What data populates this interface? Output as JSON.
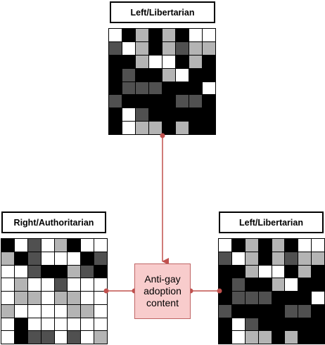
{
  "nodes": {
    "top": {
      "label": "Left/Libertarian"
    },
    "left": {
      "label": "Right/Authoritarian"
    },
    "right": {
      "label": "Left/Libertarian"
    },
    "center": {
      "text": "Anti-gay adoption content"
    }
  },
  "colors": {
    "connector": "#c0504d",
    "center_fill": "#f8cccc",
    "cell_palette": [
      "#000000",
      "#505050",
      "#b4b4b4",
      "#ffffff"
    ]
  },
  "grids": {
    "top": [
      [
        3,
        0,
        2,
        0,
        2,
        0,
        3,
        3
      ],
      [
        1,
        3,
        2,
        0,
        2,
        1,
        2,
        2
      ],
      [
        0,
        0,
        2,
        3,
        3,
        0,
        2,
        0
      ],
      [
        0,
        1,
        0,
        0,
        2,
        3,
        0,
        0
      ],
      [
        0,
        1,
        1,
        1,
        0,
        0,
        0,
        3
      ],
      [
        1,
        0,
        0,
        0,
        0,
        1,
        1,
        0
      ],
      [
        0,
        3,
        1,
        0,
        0,
        0,
        0,
        0
      ],
      [
        0,
        3,
        2,
        2,
        0,
        2,
        0,
        0
      ]
    ],
    "left": [
      [
        0,
        3,
        1,
        3,
        2,
        0,
        3,
        3
      ],
      [
        2,
        0,
        1,
        3,
        3,
        3,
        0,
        1
      ],
      [
        3,
        3,
        1,
        0,
        0,
        2,
        1,
        0
      ],
      [
        3,
        2,
        3,
        3,
        1,
        3,
        3,
        3
      ],
      [
        3,
        2,
        2,
        3,
        2,
        2,
        3,
        3
      ],
      [
        2,
        3,
        3,
        3,
        3,
        2,
        2,
        3
      ],
      [
        3,
        0,
        3,
        3,
        3,
        3,
        3,
        3
      ],
      [
        3,
        0,
        1,
        1,
        3,
        1,
        3,
        2
      ]
    ],
    "right": [
      [
        3,
        0,
        2,
        0,
        2,
        0,
        3,
        3
      ],
      [
        1,
        3,
        2,
        0,
        2,
        1,
        2,
        2
      ],
      [
        0,
        0,
        2,
        3,
        3,
        0,
        2,
        0
      ],
      [
        0,
        1,
        0,
        0,
        2,
        3,
        0,
        0
      ],
      [
        0,
        1,
        1,
        1,
        0,
        0,
        0,
        3
      ],
      [
        1,
        0,
        0,
        0,
        0,
        1,
        1,
        0
      ],
      [
        0,
        3,
        1,
        0,
        0,
        0,
        0,
        0
      ],
      [
        0,
        3,
        2,
        2,
        0,
        2,
        0,
        0
      ]
    ]
  }
}
